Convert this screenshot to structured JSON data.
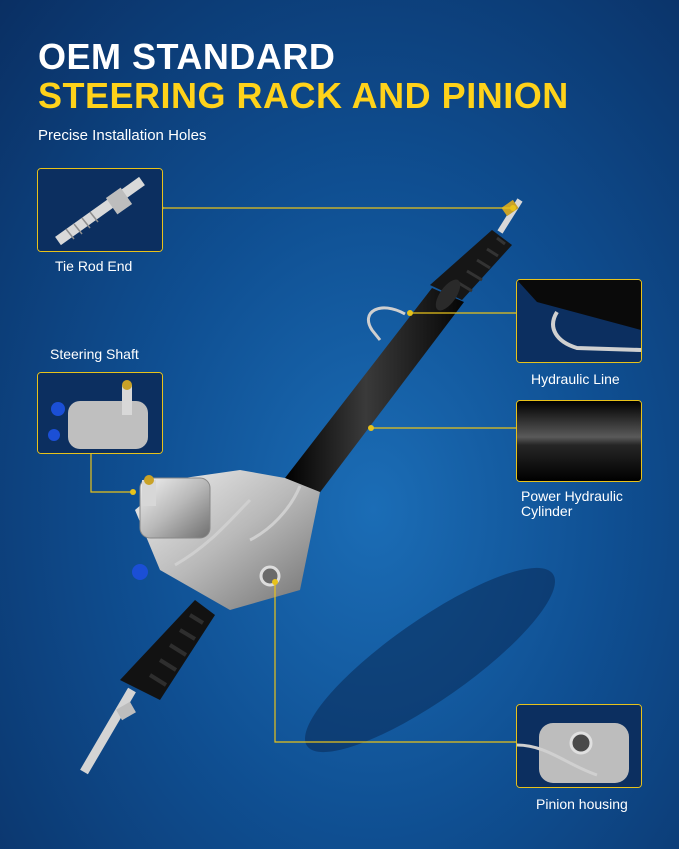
{
  "header": {
    "line1": "OEM STANDARD",
    "line2": "STEERING RACK AND PINION",
    "subtitle": "Precise Installation Holes"
  },
  "callouts": {
    "tie_rod_end": "Tie Rod End",
    "steering_shaft": "Steering Shaft",
    "hydraulic_line": "Hydraulic Line",
    "power_cylinder_line1": "Power Hydraulic",
    "power_cylinder_line2": "Cylinder",
    "pinion_housing": "Pinion housing"
  },
  "colors": {
    "accent": "#ffd21a",
    "background": "#0f4f92",
    "leader_line": "#e8c21a"
  }
}
